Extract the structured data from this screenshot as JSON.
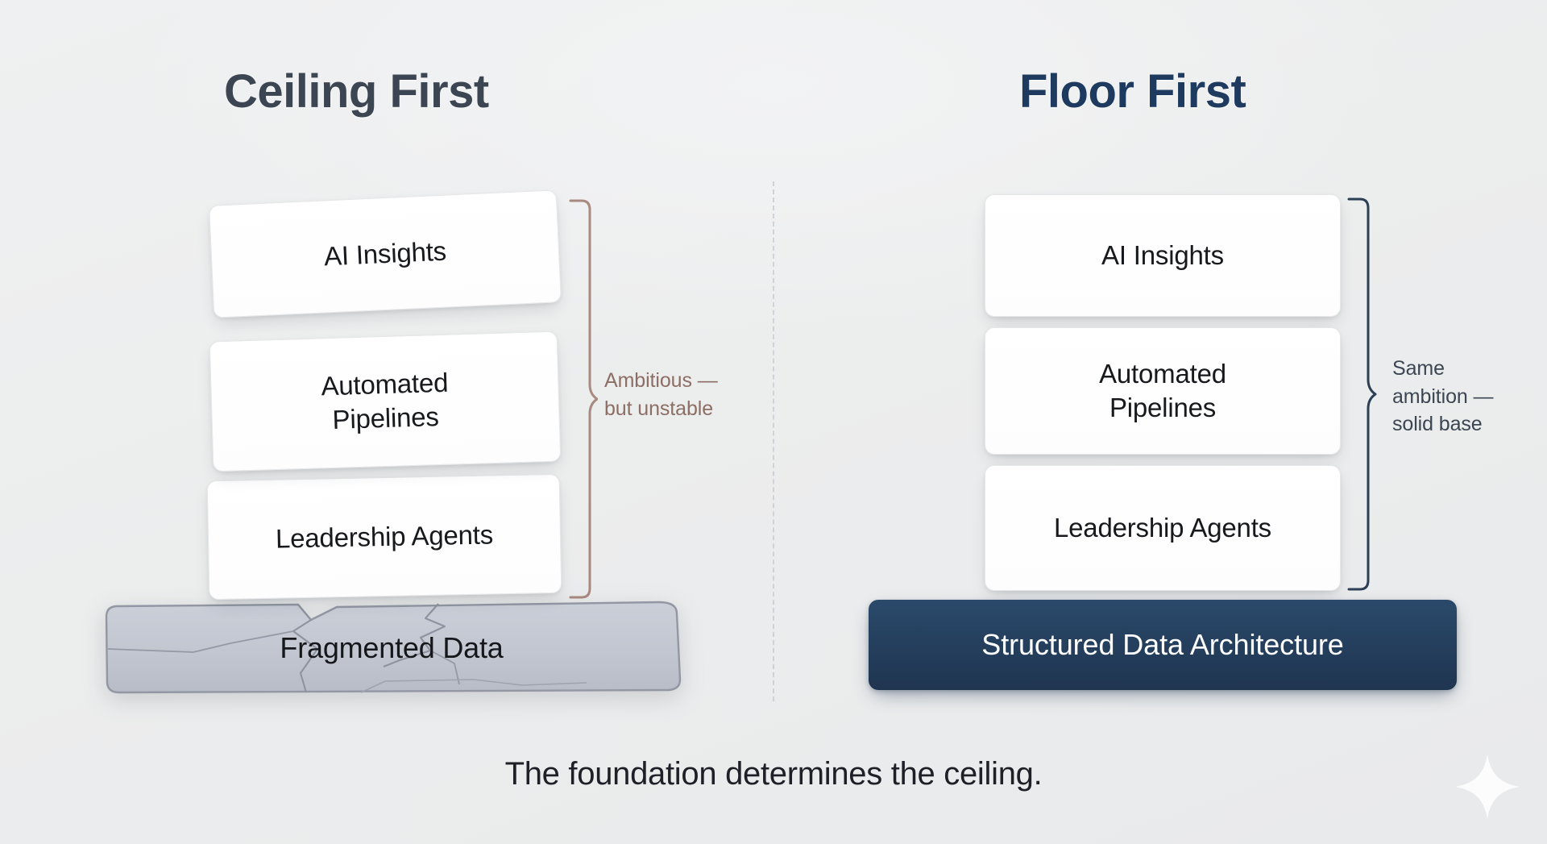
{
  "background_color": "#ecedee",
  "panels": [
    {
      "id": "ceiling-first",
      "title": "Ceiling First",
      "title_color": "#3c4653",
      "accent_color": "#8d6e64",
      "cards": [
        {
          "label": "AI Insights"
        },
        {
          "label": "Automated\nPipelines"
        },
        {
          "label": "Leadership Agents"
        }
      ],
      "base": {
        "label": "Fragmented Data",
        "state": "fragmented",
        "fill_color": "#c3c7d1",
        "stroke_color": "#9297a3",
        "text_color": "#15171a"
      },
      "annotation": "Ambitious —\nbut unstable",
      "annotation_color": "#8d6e64"
    },
    {
      "id": "floor-first",
      "title": "Floor First",
      "title_color": "#1f3a5f",
      "accent_color": "#24405f",
      "cards": [
        {
          "label": "AI Insights"
        },
        {
          "label": "Automated\nPipelines"
        },
        {
          "label": "Leadership Agents"
        }
      ],
      "base": {
        "label": "Structured Data Architecture",
        "state": "solid",
        "fill_color": "#24405f",
        "stroke_color": "#24405f",
        "text_color": "#ffffff"
      },
      "annotation": "Same\nambition —\nsolid base",
      "annotation_color": "#3c4653"
    }
  ],
  "divider": {
    "style": "dashed-vertical",
    "color": "#cfd3d7"
  },
  "caption": "The foundation determines the ceiling.",
  "caption_color": "#1d2026",
  "decoration": {
    "sparkle_icon": "sparkle-icon",
    "sparkle_color": "#ffffff"
  }
}
